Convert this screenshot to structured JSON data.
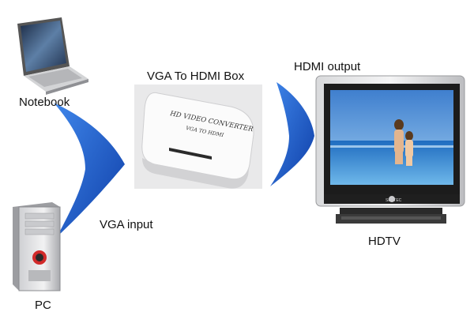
{
  "labels": {
    "notebook": "Notebook",
    "vga_box": "VGA To HDMI Box",
    "hdmi_output": "HDMI output",
    "vga_input": "VGA input",
    "pc": "PC",
    "hdtv": "HDTV"
  },
  "converter": {
    "line1": "HD VIDEO CONVERTER",
    "line2": "VGA TO HDMI"
  },
  "tv_brand": "SENTEC",
  "colors": {
    "arrow": "#1f5fd0",
    "screen_sky": "#4a8fd6",
    "sea": "#2d6fbf",
    "tv_frame": "#2a2a2a"
  }
}
